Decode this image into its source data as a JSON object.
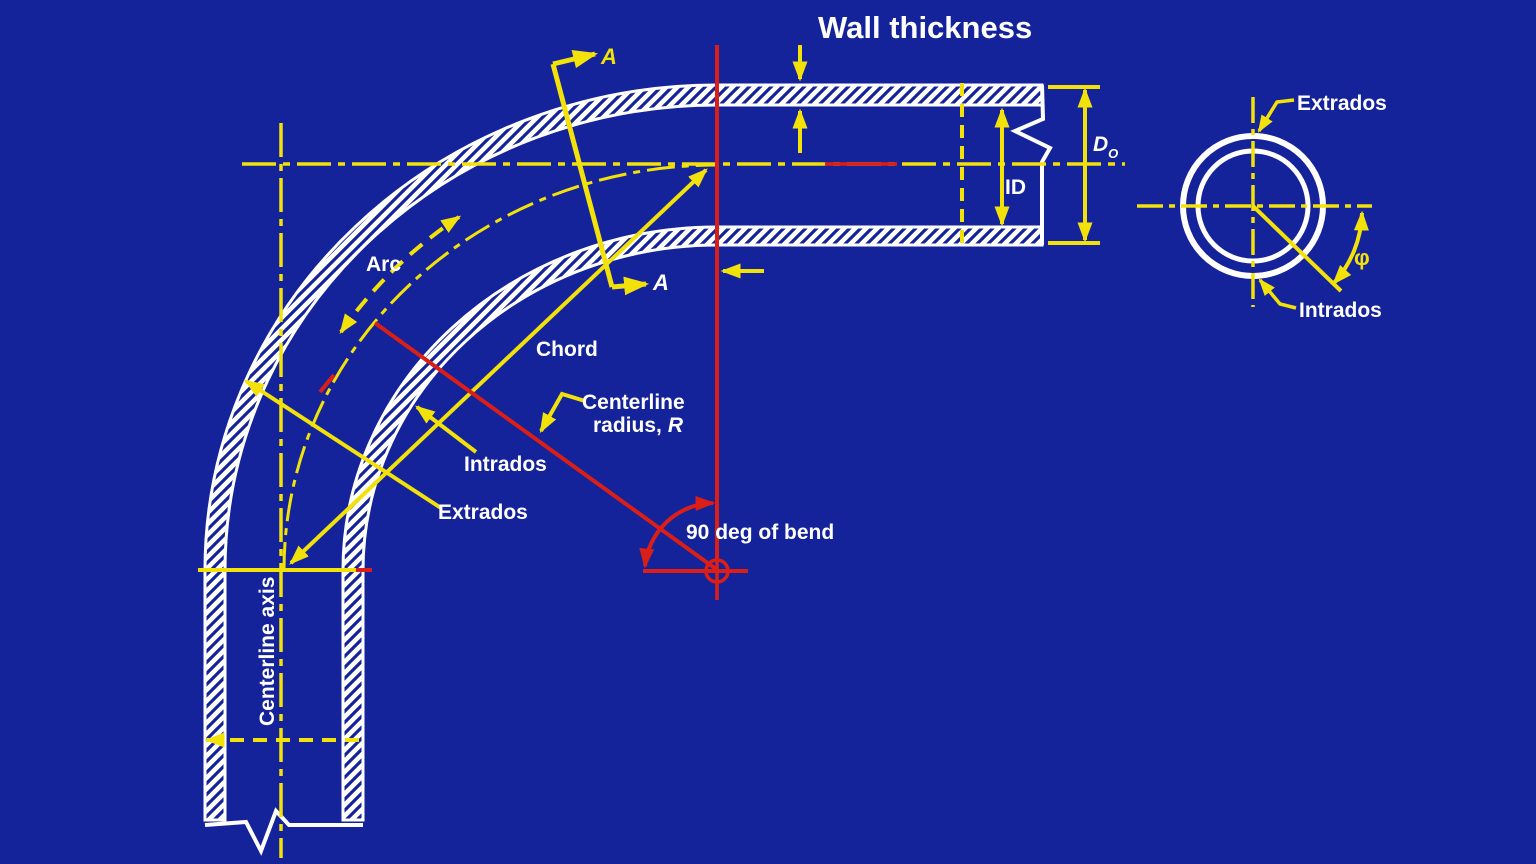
{
  "title": "Wall thickness",
  "pipe_view": {
    "arc": "Arc",
    "chord": "Chord",
    "centerline_radius_line1": "Centerline",
    "centerline_radius_line2": "radius,",
    "centerline_radius_symbol": "R",
    "intrados": "Intrados",
    "extrados": "Extrados",
    "bend_angle": "90 deg of bend",
    "centerline_axis": "Centerline axis",
    "inner_diameter": "ID",
    "outer_diameter_symbol": "D",
    "outer_diameter_subscript": "O",
    "section_marker_top": "A",
    "section_marker_bottom": "A"
  },
  "cross_section": {
    "extrados": "Extrados",
    "intrados": "Intrados",
    "angle_symbol": "φ"
  },
  "colors": {
    "background": "#15239b",
    "line_yellow": "#f2e20a",
    "line_red": "#dc1f16",
    "line_white": "#ffffff"
  }
}
